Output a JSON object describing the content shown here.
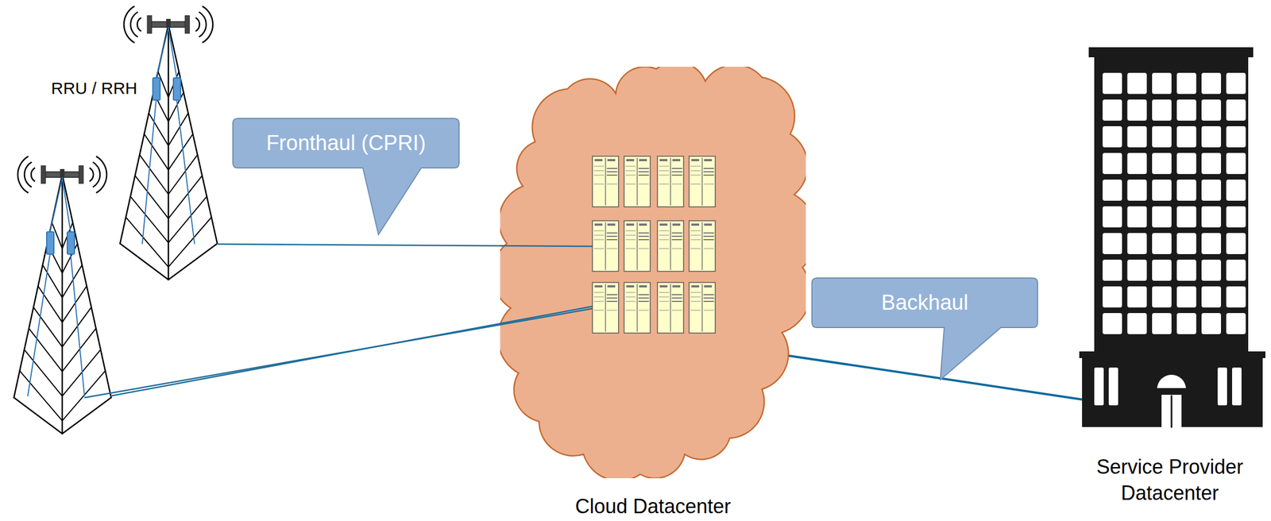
{
  "diagram": {
    "nodes": [
      {
        "text": [
          "Fronthaul (CPRI)"
        ]
      },
      {
        "text": [
          "Cloud Datacenter"
        ]
      },
      {
        "text": [
          "Backhaul"
        ]
      },
      {
        "text": [
          "Service Provider Datacenter"
        ]
      }
    ],
    "edges": [
      {
        "from": 1,
        "to": 3,
        "arrow": "none"
      }
    ],
    "labels": [
      "RRU / RRH"
    ]
  }
}
